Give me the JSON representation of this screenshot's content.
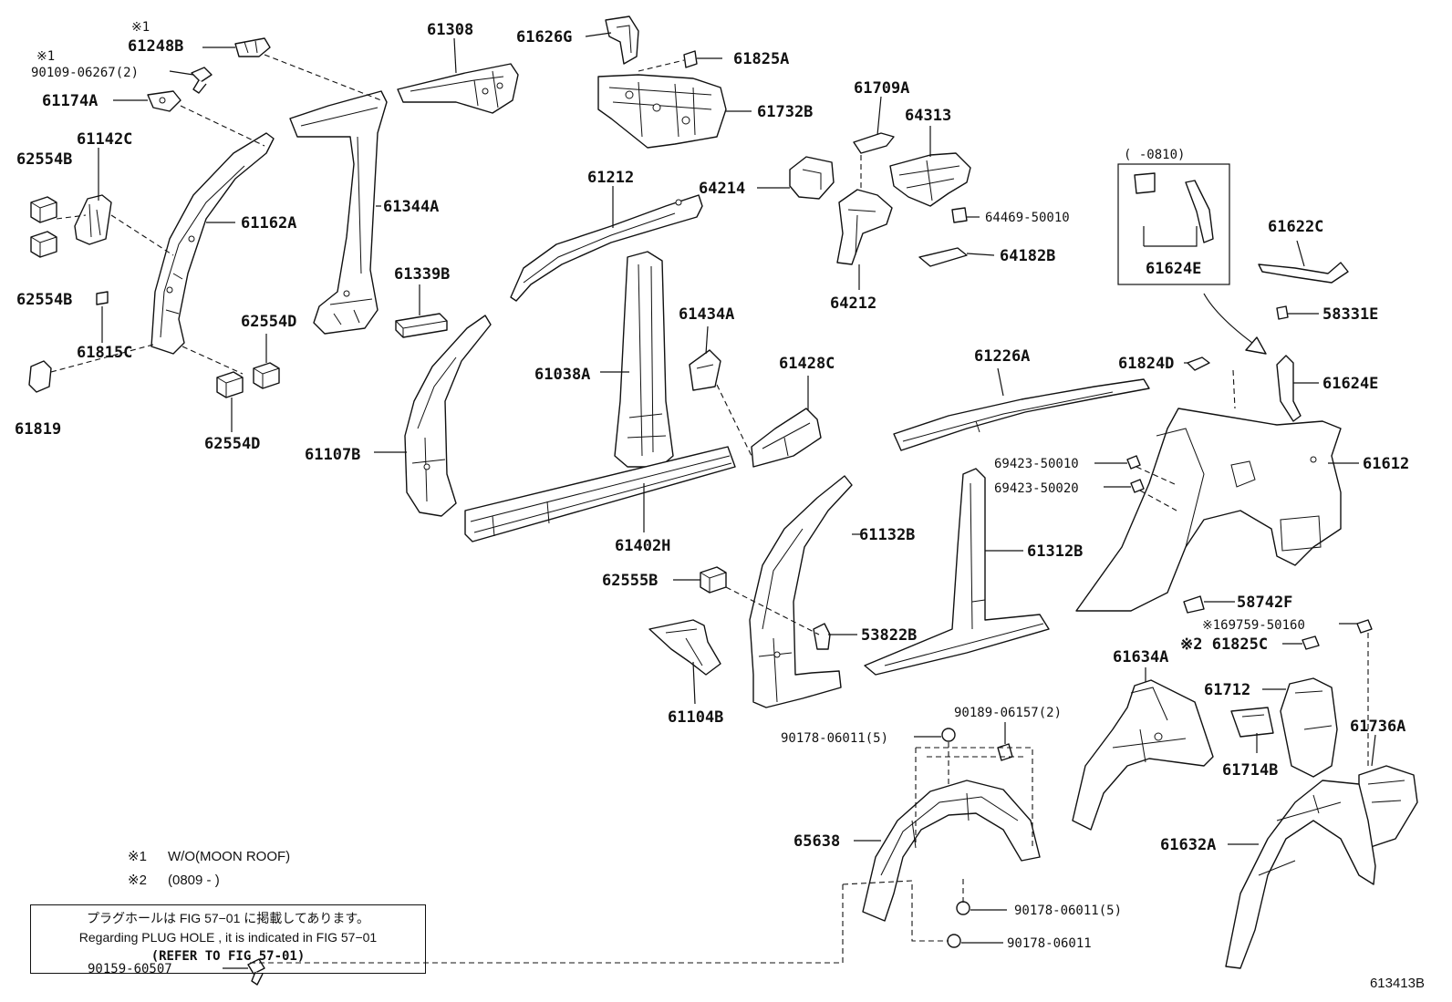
{
  "labels": {
    "p61248B_mark": "※1",
    "p61248B": "61248B",
    "p90109_mark": "※1",
    "p90109": "90109-06267(2)",
    "p61174A": "61174A",
    "p61308": "61308",
    "p61626G": "61626G",
    "p61825A": "61825A",
    "p61732B": "61732B",
    "p61709A": "61709A",
    "p64313": "64313",
    "p61142C": "61142C",
    "p62554B_top": "62554B",
    "p61162A": "61162A",
    "p61344A": "61344A",
    "p61212": "61212",
    "p64214": "64214",
    "p64469": "64469-50010",
    "p64182B": "64182B",
    "p64212": "64212",
    "p62554B_bot": "62554B",
    "p61339B": "61339B",
    "p62554D_top": "62554D",
    "p61815C": "61815C",
    "p61819": "61819",
    "p62554D_bot": "62554D",
    "p61434A": "61434A",
    "p61038A": "61038A",
    "p61428C": "61428C",
    "p61107B": "61107B",
    "p61402H": "61402H",
    "p61226A": "61226A",
    "p61824D": "61824D",
    "p61624E_box_date": "(  -0810)",
    "p61624E_box": "61624E",
    "p61622C": "61622C",
    "p58331E": "58331E",
    "p61624E": "61624E",
    "p61612": "61612",
    "p69423_10": "69423-50010",
    "p69423_20": "69423-50020",
    "p61132B": "61132B",
    "p61312B": "61312B",
    "p62555B": "62555B",
    "p53822B": "53822B",
    "p58742F": "58742F",
    "p69759": "※169759-50160",
    "p61825C": "※2 61825C",
    "p61104B": "61104B",
    "p61634A": "61634A",
    "p61712": "61712",
    "p61736A": "61736A",
    "p61714B": "61714B",
    "p90189": "90189-06157(2)",
    "p90178_5_top": "90178-06011(5)",
    "p65638": "65638",
    "p61632A": "61632A",
    "p90178_5_bot": "90178-06011(5)",
    "p90178": "90178-06011",
    "p90159": "90159-60507"
  },
  "legend": [
    {
      "mark": "※1",
      "text": "W/O(MOON ROOF)"
    },
    {
      "mark": "※2",
      "text": "(0809 -     )"
    }
  ],
  "note": {
    "line1": "プラグホールは FIG  57−01 に掲載してあります。",
    "line2": "Regarding  PLUG  HOLE , it is indicated in FIG  57−01",
    "line3": "(REFER TO FIG 57-01)"
  },
  "figure_number": "613413B"
}
